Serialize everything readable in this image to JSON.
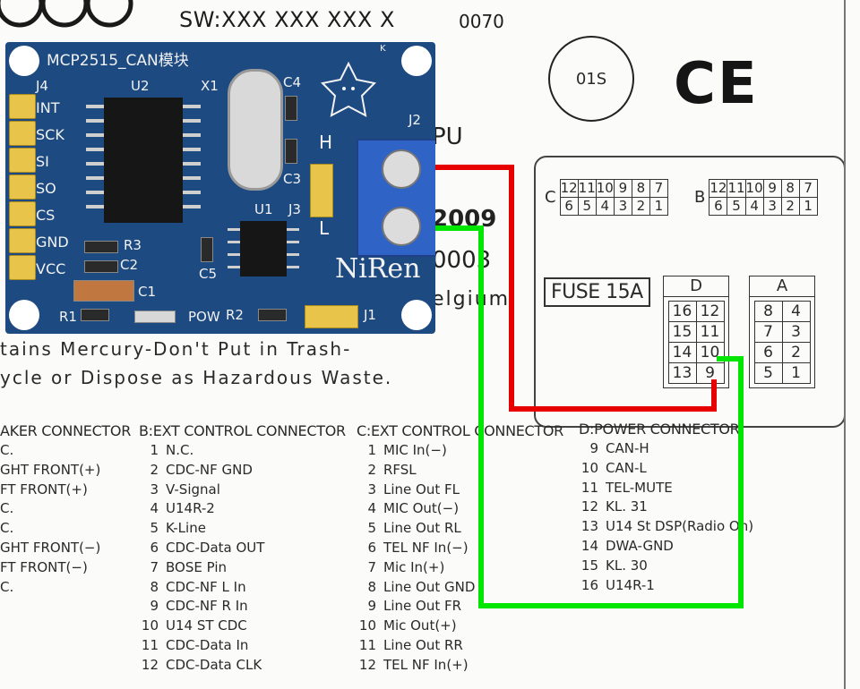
{
  "label": {
    "sw": "SW:XXX XXX XXX X",
    "number": "0070",
    "circle": "01S",
    "ce": "CE",
    "partial_texts": [
      "PU",
      "2009",
      "0003",
      "elgium"
    ],
    "warning_lines": [
      "tains  Mercury-Don't  Put  in  Trash-",
      "ycle  or  Dispose  as  Hazardous  Waste."
    ],
    "fuse": "FUSE 15A"
  },
  "connector_c": {
    "letter": "C",
    "top": [
      "12",
      "11",
      "10",
      "9",
      "8",
      "7"
    ],
    "bottom": [
      "6",
      "5",
      "4",
      "3",
      "2",
      "1"
    ]
  },
  "connector_b": {
    "letter": "B",
    "top": [
      "12",
      "11",
      "10",
      "9",
      "8",
      "7"
    ],
    "bottom": [
      "6",
      "5",
      "4",
      "3",
      "2",
      "1"
    ]
  },
  "connector_d": {
    "title": "D",
    "rows": [
      [
        "16",
        "12"
      ],
      [
        "15",
        "11"
      ],
      [
        "14",
        "10"
      ],
      [
        "13",
        "9"
      ]
    ]
  },
  "connector_a": {
    "title": "A",
    "rows": [
      [
        "8",
        "4"
      ],
      [
        "7",
        "3"
      ],
      [
        "6",
        "2"
      ],
      [
        "5",
        "1"
      ]
    ]
  },
  "col_a": {
    "title": "AKER CONNECTOR",
    "items": [
      "C.",
      "GHT FRONT(+)",
      "FT FRONT(+)",
      "C.",
      "C.",
      "GHT FRONT(−)",
      "FT FRONT(−)",
      "C."
    ]
  },
  "col_b": {
    "title": "B:EXT CONTROL CONNECTOR",
    "items": [
      {
        "n": "1",
        "t": "N.C."
      },
      {
        "n": "2",
        "t": "CDC-NF GND"
      },
      {
        "n": "3",
        "t": "V-Signal"
      },
      {
        "n": "4",
        "t": "U14R-2"
      },
      {
        "n": "5",
        "t": "K-Line"
      },
      {
        "n": "6",
        "t": "CDC-Data OUT"
      },
      {
        "n": "7",
        "t": "BOSE Pin"
      },
      {
        "n": "8",
        "t": "CDC-NF L In"
      },
      {
        "n": "9",
        "t": "CDC-NF R In"
      },
      {
        "n": "10",
        "t": "U14 ST CDC"
      },
      {
        "n": "11",
        "t": "CDC-Data In"
      },
      {
        "n": "12",
        "t": "CDC-Data CLK"
      }
    ]
  },
  "col_c": {
    "title": "C:EXT CONTROL CONNECTOR",
    "items": [
      {
        "n": "1",
        "t": "MIC In(−)"
      },
      {
        "n": "2",
        "t": "RFSL"
      },
      {
        "n": "3",
        "t": "Line Out FL"
      },
      {
        "n": "4",
        "t": "MIC Out(−)"
      },
      {
        "n": "5",
        "t": "Line Out RL"
      },
      {
        "n": "6",
        "t": "TEL NF In(−)"
      },
      {
        "n": "7",
        "t": "Mic In(+)"
      },
      {
        "n": "8",
        "t": "Line Out GND"
      },
      {
        "n": "9",
        "t": "Line Out FR"
      },
      {
        "n": "10",
        "t": "Mic Out(+)"
      },
      {
        "n": "11",
        "t": "Line Out RR"
      },
      {
        "n": "12",
        "t": "TEL NF In(+)"
      }
    ]
  },
  "col_d": {
    "title": "D:POWER CONNECTOR",
    "items": [
      {
        "n": "9",
        "t": "CAN-H"
      },
      {
        "n": "10",
        "t": "CAN-L"
      },
      {
        "n": "11",
        "t": "TEL-MUTE"
      },
      {
        "n": "12",
        "t": "KL. 31"
      },
      {
        "n": "13",
        "t": "U14 St DSP(Radio On)"
      },
      {
        "n": "14",
        "t": "DWA-GND"
      },
      {
        "n": "15",
        "t": "KL. 30"
      },
      {
        "n": "16",
        "t": "U14R-1"
      }
    ]
  },
  "board": {
    "title": "MCP2515_CAN模块",
    "brand": "NiRen",
    "pins": [
      "INT",
      "SCK",
      "SI",
      "SO",
      "CS",
      "GND",
      "VCC"
    ],
    "silk": {
      "j4": "J4",
      "u2": "U2",
      "x1": "X1",
      "c4": "C4",
      "j2": "J2",
      "c3": "C3",
      "h": "H",
      "u1": "U1",
      "j3": "J3",
      "l": "L",
      "r3": "R3",
      "c2": "C2",
      "c5": "C5",
      "c1": "C1",
      "r1": "R1",
      "pow": "POW",
      "r2": "R2",
      "j1": "J1",
      "k": "K"
    }
  },
  "wires": {
    "can_h_color": "#e60000",
    "can_l_color": "#00e600"
  }
}
